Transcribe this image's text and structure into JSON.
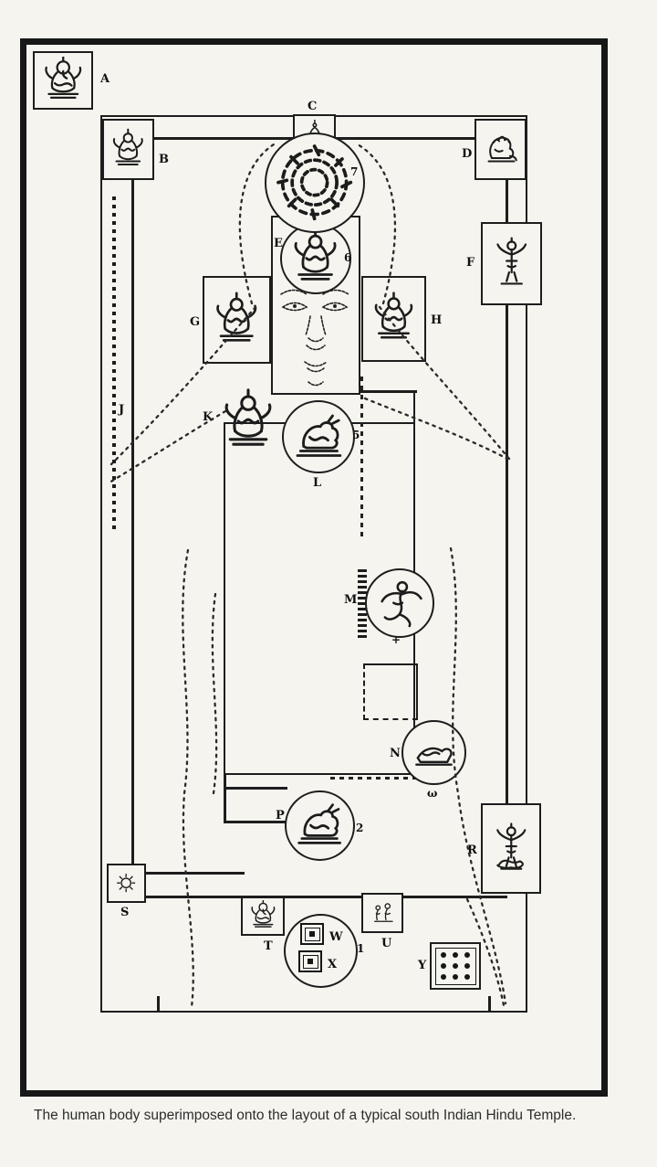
{
  "caption": "The human body superimposed onto the layout of a typical south Indian Hindu Temple.",
  "legend_letters": {
    "A": "A",
    "B": "B",
    "C": "C",
    "D": "D",
    "E": "E",
    "F": "F",
    "G": "G",
    "H": "H",
    "J": "J",
    "K": "K",
    "L": "L",
    "M": "M",
    "N": "N",
    "P": "P",
    "R": "R",
    "S": "S",
    "T": "T",
    "U": "U",
    "W": "W",
    "X": "X",
    "Y": "Y"
  },
  "chakra_numbers": {
    "crown": "7",
    "third_eye": "6",
    "throat": "5",
    "heart": "+",
    "navel": "ω",
    "sacral": "2",
    "root": "1"
  },
  "figures": {
    "A": "seated-ganesha",
    "B": "seated-deity",
    "C": "shrine-bell",
    "D": "lion-deity",
    "E": "enshrined-deity",
    "F": "standing-deity",
    "G": "seated-deity",
    "H": "seated-deity",
    "J": "dotted-flagstaff",
    "K": "seated-deity",
    "L": "nandi-bull",
    "M": "dancing-figure",
    "N": "reclining-deity",
    "P": "nandi-bull",
    "R": "standing-deity-with-dog",
    "S": "sun-symbol",
    "T": "seated-ganesha",
    "U": "attendant-pair",
    "W": "nested-square-yantra",
    "X": "nested-square-yantra",
    "Y": "nine-dot-grid",
    "crown_circle": "lotus"
  },
  "colors": {
    "paper": "#f5f4ef",
    "ink": "#1d1d1d"
  }
}
